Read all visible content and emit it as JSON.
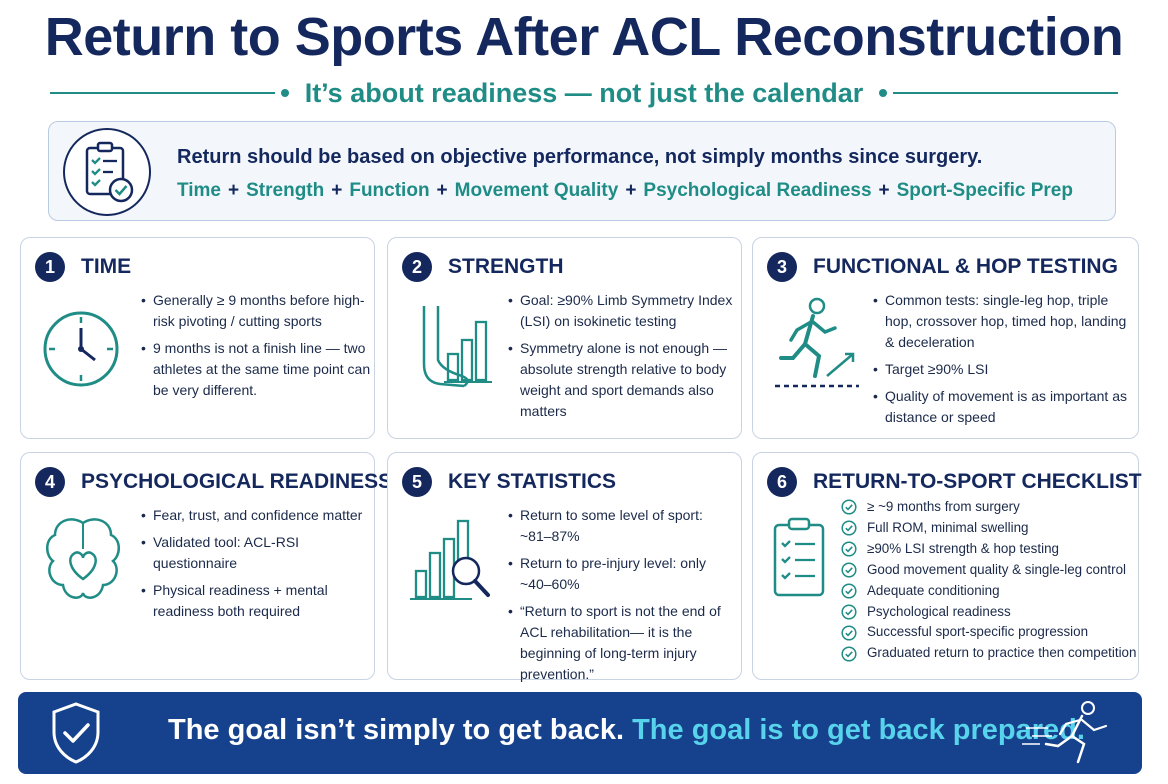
{
  "header": {
    "title": "Return to Sports After ACL Reconstruction",
    "subtitle": "It’s about readiness — not just the calendar"
  },
  "banner": {
    "icon": "clipboard-check-icon",
    "statement": "Return should be based on objective performance, not simply months since surgery.",
    "formula": [
      "Time",
      "Strength",
      "Function",
      "Movement Quality",
      "Psychological Readiness",
      "Sport-Specific Prep"
    ],
    "separator": "+"
  },
  "cards": [
    {
      "number": "1",
      "title": "TIME",
      "icon": "clock-icon",
      "bullets": [
        "Generally ≥ 9 months before high-risk pivoting / cutting sports",
        "9 months is not a finish line — two athletes at the same time point can be very different."
      ]
    },
    {
      "number": "2",
      "title": "STRENGTH",
      "icon": "leg-bar-chart-icon",
      "bullets": [
        "Goal: ≥90% Limb Symmetry Index (LSI) on isokinetic testing",
        "Symmetry alone is not enough — absolute strength relative to body weight and sport demands also matters"
      ]
    },
    {
      "number": "3",
      "title": "FUNCTIONAL & HOP TESTING",
      "icon": "running-person-icon",
      "bullets": [
        "Common tests: single-leg hop, triple hop, crossover hop, timed hop, landing & deceleration",
        "Target ≥90% LSI",
        "Quality of movement is as important as distance or speed"
      ]
    },
    {
      "number": "4",
      "title": "PSYCHOLOGICAL READINESS",
      "icon": "brain-heart-icon",
      "bullets": [
        "Fear, trust, and confidence matter",
        "Validated tool: ACL-RSI questionnaire",
        "Physical readiness + mental readiness both required"
      ]
    },
    {
      "number": "5",
      "title": "KEY STATISTICS",
      "icon": "bar-chart-magnifier-icon",
      "bullets": [
        "Return to some level of sport: ~81–87%",
        "Return to pre-injury level: only ~40–60%",
        "“Return to sport is not the end of ACL rehabilitation— it is the beginning of long-term injury prevention.”"
      ]
    },
    {
      "number": "6",
      "title": "RETURN-TO-SPORT CHECKLIST",
      "icon": "checklist-clipboard-icon",
      "checklist": [
        "≥ ~9 months from surgery",
        "Full ROM, minimal swelling",
        "≥90% LSI strength & hop testing",
        "Good movement quality & single-leg control",
        "Adequate conditioning",
        "Psychological readiness",
        "Successful sport-specific progression",
        "Graduated return to practice then competition"
      ]
    }
  ],
  "footer": {
    "icon": "shield-check-icon",
    "text_part1": "The goal isn’t simply to get back.",
    "text_part2": "The goal is to get back prepared.",
    "runner_icon": "sprinter-icon"
  },
  "colors": {
    "navy": "#14285e",
    "teal": "#1f8c86",
    "footer_bg": "#16418c",
    "footer_accent": "#58d3ec"
  }
}
